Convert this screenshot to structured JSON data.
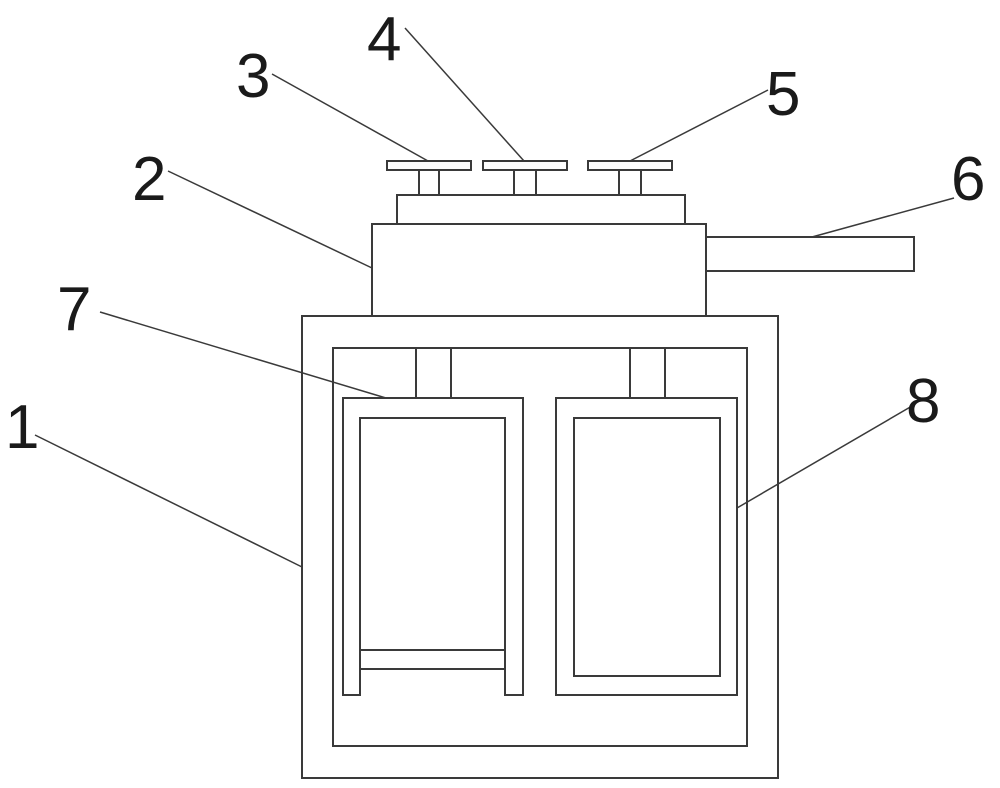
{
  "diagram": {
    "labels": {
      "l1": "1",
      "l2": "2",
      "l3": "3",
      "l4": "4",
      "l5": "5",
      "l6": "6",
      "l7": "7",
      "l8": "8"
    },
    "colors": {
      "line": "#3a3a3a",
      "text": "#1a1a1a",
      "background": "#ffffff"
    }
  }
}
